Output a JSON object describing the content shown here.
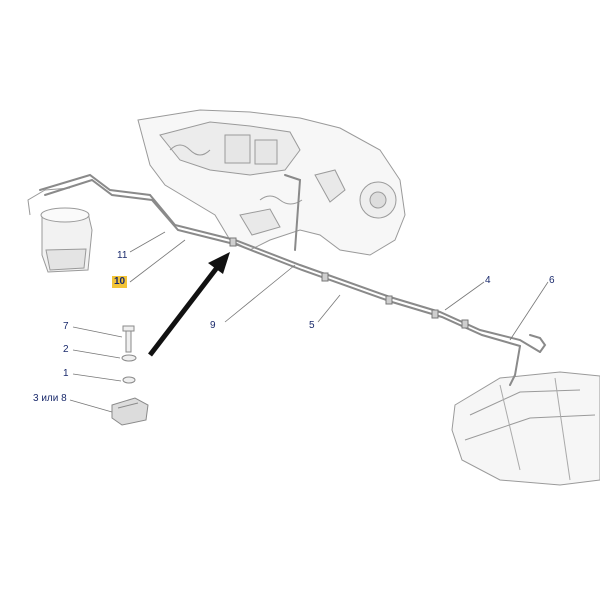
{
  "callouts": {
    "c11": "11",
    "c10": "10",
    "c9": "9",
    "c5": "5",
    "c4": "4",
    "c6": "6",
    "c7": "7",
    "c2": "2",
    "c1": "1",
    "c3or8": "3 или 8"
  },
  "colors": {
    "callout_text": "#1a2a6c",
    "highlight": "#f3c436",
    "line_art": "#8a8a8a",
    "arrow": "#111111"
  }
}
